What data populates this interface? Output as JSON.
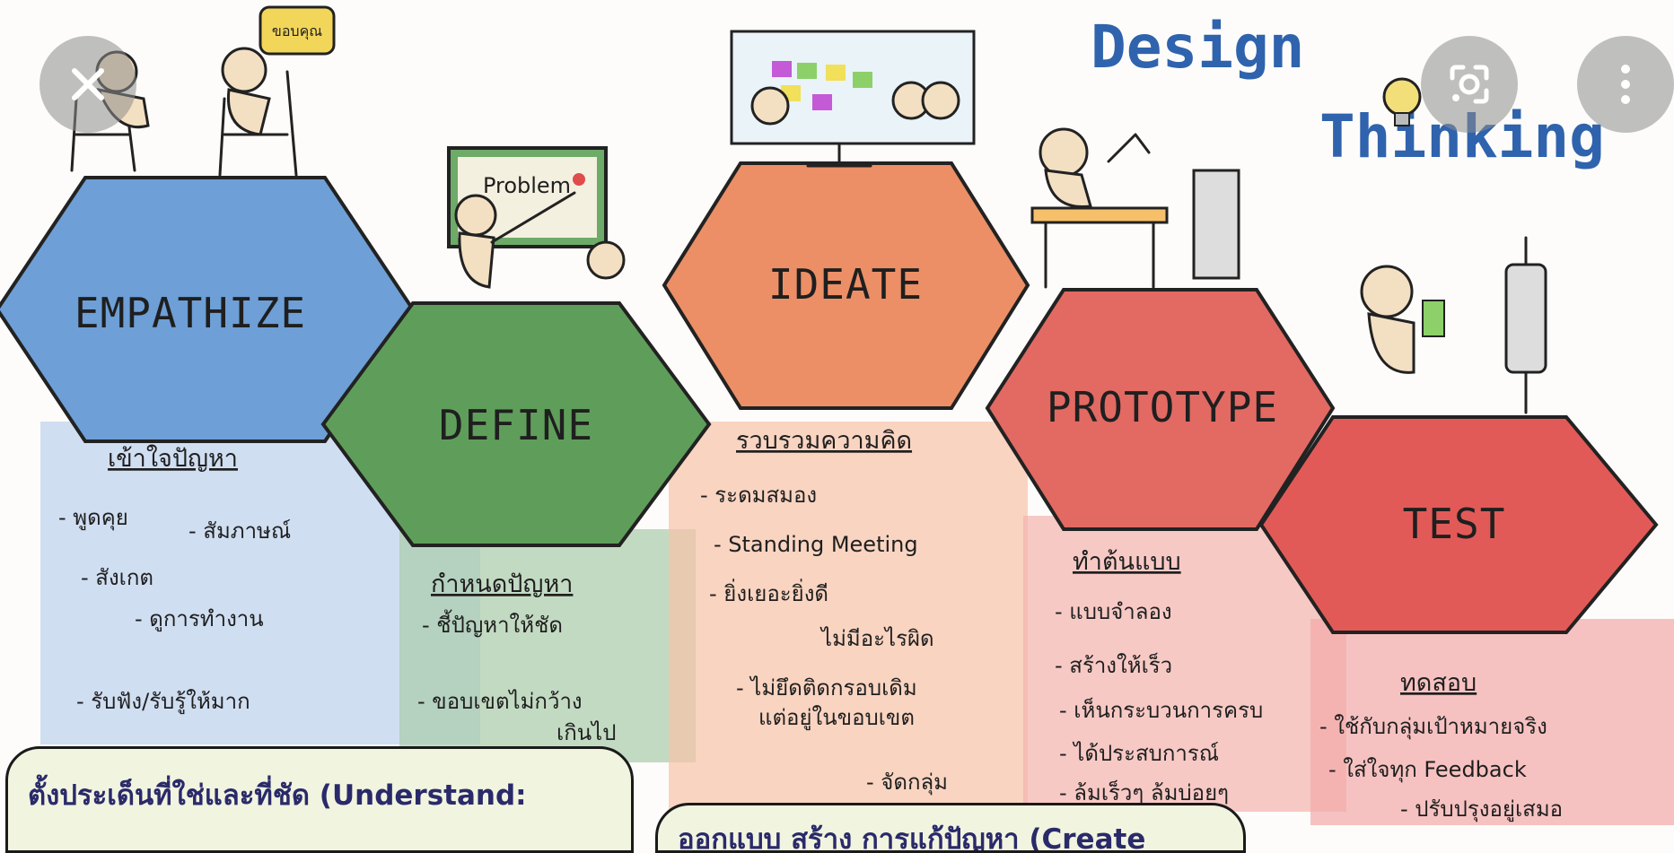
{
  "title": {
    "line1": "Design",
    "line2": "Thinking"
  },
  "stages": [
    {
      "label": "EMPATHIZE",
      "color": "#6e9fd6",
      "heading": "เข้าใจปัญหา",
      "notes": [
        "- พูดคุย",
        "- สัมภาษณ์",
        "- สังเกต",
        "- ดูการทำงาน",
        "- รับฟัง/รับรู้ให้มาก"
      ]
    },
    {
      "label": "DEFINE",
      "color": "#5f9e5a",
      "heading": "กำหนดปัญหา",
      "notes": [
        "- ชี้ปัญหาให้ชัด",
        "- ขอบเขตไม่กว้าง",
        "เกินไป"
      ]
    },
    {
      "label": "IDEATE",
      "color": "#ec8f66",
      "heading": "รวบรวมความคิด",
      "notes": [
        "- ระดมสมอง",
        "- Standing Meeting",
        "- ยิ่งเยอะยิ่งดี",
        "ไม่มีอะไรผิด",
        "- ไม่ยึดติดกรอบเดิม",
        "แต่อยู่ในขอบเขต",
        "- จัดกลุ่ม"
      ]
    },
    {
      "label": "PROTOTYPE",
      "color": "#e26a63",
      "heading": "ทำต้นแบบ",
      "notes": [
        "- แบบจำลอง",
        "- สร้างให้เร็ว",
        "- เห็นกระบวนการครบ",
        "- ได้ประสบการณ์",
        "- ล้มเร็วๆ ล้มบ่อยๆ"
      ]
    },
    {
      "label": "TEST",
      "color": "#e25a57",
      "heading": "ทดสอบ",
      "notes": [
        "- ใช้กับกลุ่มเป้าหมายจริง",
        "- ใส่ใจทุก Feedback",
        "- ปรับปรุงอยู่เสมอ"
      ]
    }
  ],
  "illustration_text": {
    "board": "Problem",
    "speech": "ขอบคุณ"
  },
  "callouts": [
    {
      "text": "ตั้งประเด็นที่ใช่และที่ชัด (Understand:"
    },
    {
      "text": "ออกแบบ สร้าง การแก้ปัญหา (Create"
    }
  ],
  "overlay": {
    "close_icon": "close-icon",
    "lens_icon": "google-lens-icon",
    "more_icon": "more-vert-icon"
  }
}
